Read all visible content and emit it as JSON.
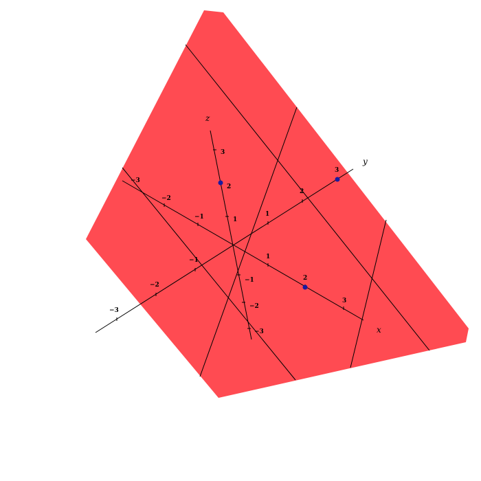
{
  "colors": {
    "plane_fill": "#ff4b52",
    "line": "#000000",
    "point": "#1a1aa0",
    "background": "#ffffff"
  },
  "axes": {
    "x": {
      "label": "x",
      "ticks": [
        {
          "value": 1,
          "text": "1"
        },
        {
          "value": 2,
          "text": "2"
        },
        {
          "value": 3,
          "text": "3"
        },
        {
          "value": -1,
          "text": "−1"
        },
        {
          "value": -2,
          "text": "−2"
        },
        {
          "value": -3,
          "text": "−3"
        }
      ]
    },
    "y": {
      "label": "y",
      "ticks": [
        {
          "value": 1,
          "text": "1"
        },
        {
          "value": 2,
          "text": "2"
        },
        {
          "value": 3,
          "text": "3"
        },
        {
          "value": -1,
          "text": "−1"
        },
        {
          "value": -2,
          "text": "−2"
        },
        {
          "value": -3,
          "text": "−3"
        }
      ]
    },
    "z": {
      "label": "z",
      "ticks": [
        {
          "value": 1,
          "text": "1"
        },
        {
          "value": 2,
          "text": "2"
        },
        {
          "value": 3,
          "text": "3"
        },
        {
          "value": -1,
          "text": "−1"
        },
        {
          "value": -2,
          "text": "−2"
        },
        {
          "value": -3,
          "text": "−3"
        }
      ]
    }
  },
  "intercept_points": [
    {
      "axis": "x",
      "value": 2
    },
    {
      "axis": "y",
      "value": 3
    },
    {
      "axis": "z",
      "value": 2
    }
  ]
}
